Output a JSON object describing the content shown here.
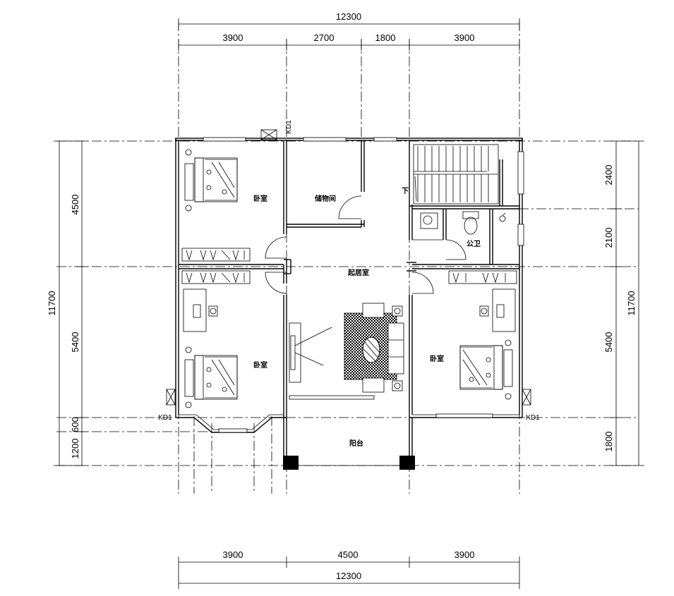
{
  "top": {
    "overall": "12300",
    "segments": [
      "3900",
      "2700",
      "1800",
      "3900"
    ]
  },
  "bottom": {
    "overall": "12300",
    "segments": [
      "3900",
      "4500",
      "3900"
    ]
  },
  "left": {
    "overall": "11700",
    "segments": [
      "4500",
      "5400",
      "600",
      "1200"
    ]
  },
  "right": {
    "overall": "11700",
    "segments": [
      "2400",
      "2100",
      "5400",
      "1800"
    ]
  },
  "rooms": {
    "bedroom_top_left": "卧室",
    "storage": "储物间",
    "living_room": "起居室",
    "bedroom_bottom_left": "卧室",
    "bedroom_right": "卧室",
    "public_bathroom": "公卫",
    "balcony": "阳台",
    "stair_down": "下"
  },
  "markers": {
    "kd_left": "KD1",
    "kd_right": "KD1",
    "kd_top": "KD1"
  }
}
